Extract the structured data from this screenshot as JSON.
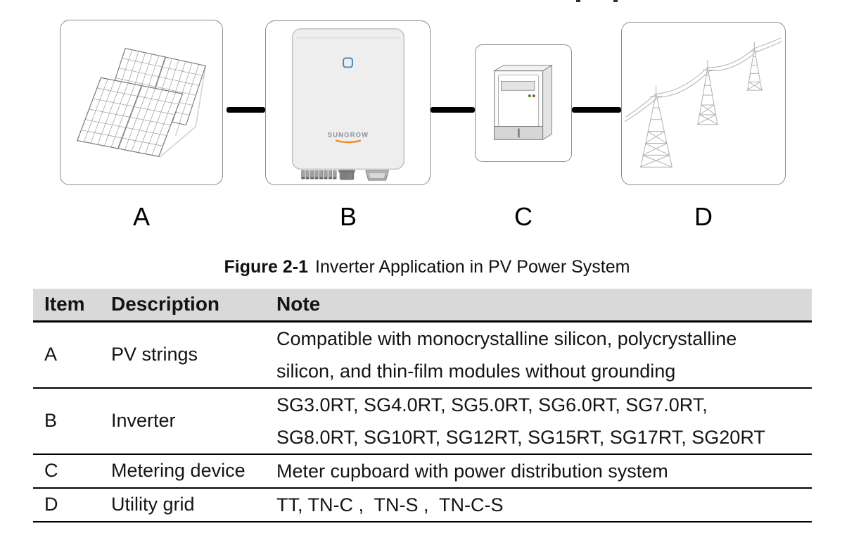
{
  "figure": {
    "caption_label": "Figure 2-1",
    "caption_title": "Inverter Application in PV Power System",
    "items": [
      {
        "label": "A",
        "icon": "solar-panel-icon"
      },
      {
        "label": "B",
        "icon": "inverter-icon",
        "brand": "SUNGROW"
      },
      {
        "label": "C",
        "icon": "meter-icon"
      },
      {
        "label": "D",
        "icon": "transmission-tower-icon"
      }
    ],
    "colors": {
      "connector_black": "#000000",
      "box_border_gray": "#8c8c8c",
      "inverter_led_blue": "#4a89b8",
      "sungrow_orange": "#f0891f",
      "meter_led_green": "#2e8b2e",
      "meter_led_red": "#c0392b",
      "table_header_bg": "#d9d9d9"
    }
  },
  "table": {
    "headers": [
      "Item",
      "Description",
      "Note"
    ],
    "rows": [
      {
        "item": "A",
        "description": "PV strings",
        "note": "Compatible with monocrystalline silicon, polycrystalline\nsilicon, and thin-film modules without grounding"
      },
      {
        "item": "B",
        "description": "Inverter",
        "note": "SG3.0RT, SG4.0RT, SG5.0RT, SG6.0RT, SG7.0RT,\nSG8.0RT, SG10RT, SG12RT, SG15RT, SG17RT, SG20RT"
      },
      {
        "item": "C",
        "description": "Metering device",
        "note": "Meter cupboard with power distribution system"
      },
      {
        "item": "D",
        "description": "Utility grid",
        "note": "TT, TN-C ,  TN-S ,  TN-C-S"
      }
    ]
  }
}
